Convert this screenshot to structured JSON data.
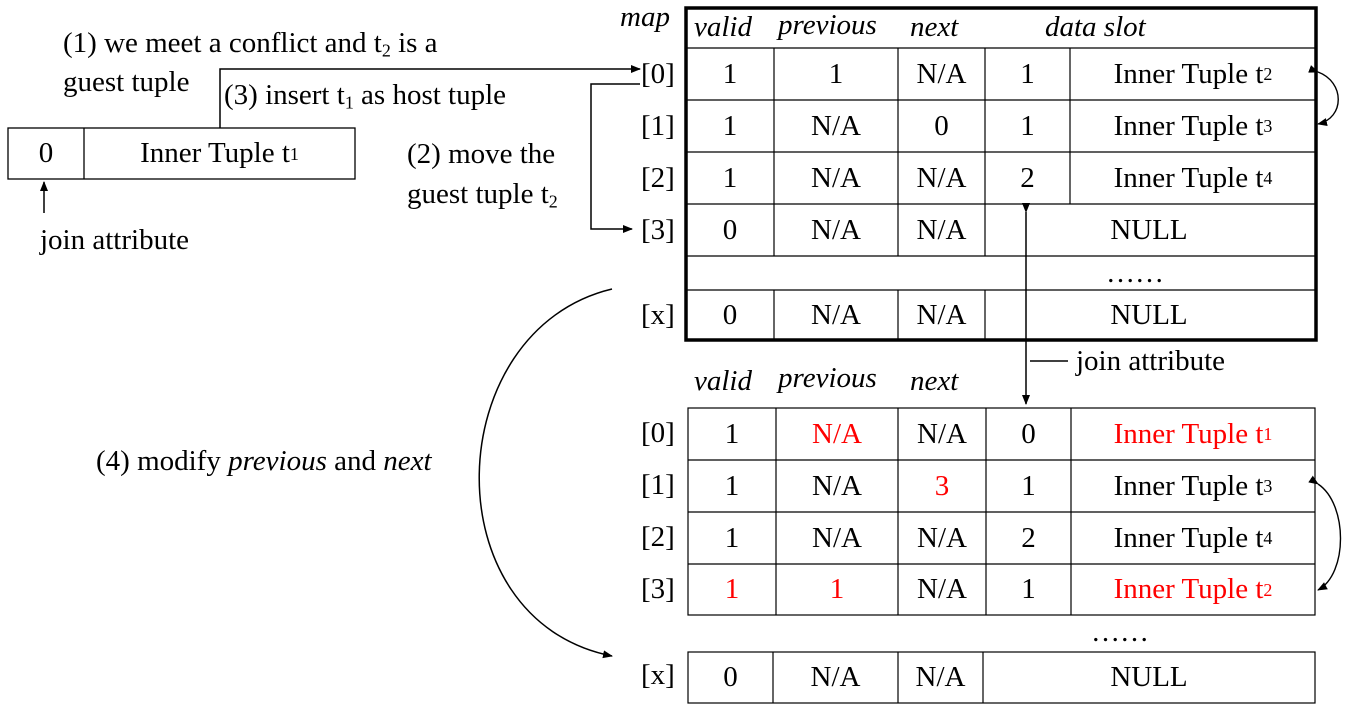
{
  "annotations": {
    "step1_line1": "(1) we meet a conflict and t",
    "step1_line1_sub": "2",
    "step1_line1_end": " is a",
    "step1_line2": "guest tuple",
    "step3": "(3) insert t",
    "step3_sub": "1",
    "step3_end": " as host tuple",
    "step2_line1": "(2) move the",
    "step2_line2": "guest tuple t",
    "step2_line2_sub": "2",
    "step4_prefix": "(4) modify ",
    "step4_previous": "previous",
    "step4_and": " and ",
    "step4_next": "next",
    "join_attribute_left": "join attribute",
    "join_attribute_right": "join attribute"
  },
  "outer_tuple": {
    "key": "0",
    "label": "Inner Tuple t",
    "label_sub": "1"
  },
  "top_table": {
    "map_label": "map",
    "headers": {
      "valid": "valid",
      "previous": "previous",
      "next": "next",
      "data_slot": "data slot"
    },
    "rows": [
      {
        "idx": "[0]",
        "valid": "1",
        "previous": "1",
        "next": "N/A",
        "key": "1",
        "tuple": "Inner Tuple t",
        "tuple_sub": "2"
      },
      {
        "idx": "[1]",
        "valid": "1",
        "previous": "N/A",
        "next": "0",
        "key": "1",
        "tuple": "Inner Tuple t",
        "tuple_sub": "3"
      },
      {
        "idx": "[2]",
        "valid": "1",
        "previous": "N/A",
        "next": "N/A",
        "key": "2",
        "tuple": "Inner Tuple t",
        "tuple_sub": "4"
      },
      {
        "idx": "[3]",
        "valid": "0",
        "previous": "N/A",
        "next": "N/A",
        "slot": "NULL"
      }
    ],
    "ellipsis": "……",
    "last_row": {
      "idx": "[x]",
      "valid": "0",
      "previous": "N/A",
      "next": "N/A",
      "slot": "NULL"
    }
  },
  "bottom_table": {
    "headers": {
      "valid": "valid",
      "previous": "previous",
      "next": "next"
    },
    "rows": [
      {
        "idx": "[0]",
        "valid": "1",
        "previous": "N/A",
        "next": "N/A",
        "key": "0",
        "tuple": "Inner Tuple t",
        "tuple_sub": "1"
      },
      {
        "idx": "[1]",
        "valid": "1",
        "previous": "N/A",
        "next": "3",
        "key": "1",
        "tuple": "Inner Tuple t",
        "tuple_sub": "3"
      },
      {
        "idx": "[2]",
        "valid": "1",
        "previous": "N/A",
        "next": "N/A",
        "key": "2",
        "tuple": "Inner Tuple t",
        "tuple_sub": "4"
      },
      {
        "idx": "[3]",
        "valid": "1",
        "previous": "1",
        "next": "N/A",
        "key": "1",
        "tuple": "Inner Tuple t",
        "tuple_sub": "2"
      }
    ],
    "ellipsis": "……",
    "last_row": {
      "idx": "[x]",
      "valid": "0",
      "previous": "N/A",
      "next": "N/A",
      "slot": "NULL"
    }
  },
  "colors": {
    "highlight": "#ff0000",
    "line": "#000000"
  }
}
